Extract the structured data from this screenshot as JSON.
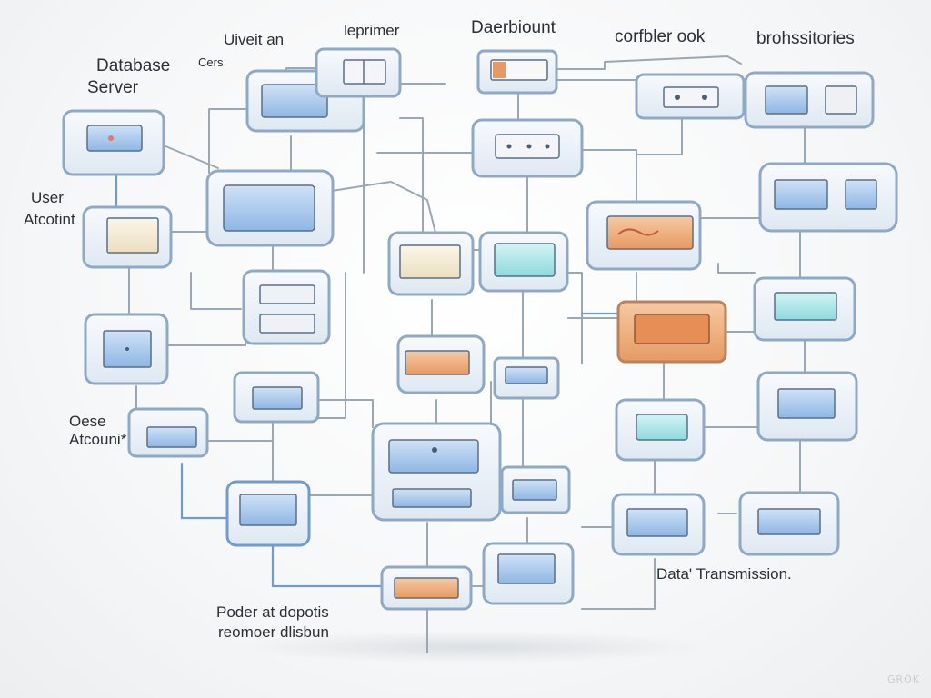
{
  "labels": {
    "database_server_line1": "Database",
    "database_server_line2": "Server",
    "cers": "Cers",
    "uiveit_an": "Uiveit an",
    "leprimer": "leprimer",
    "daerbiount": "Daerbiount",
    "corfbler_ook": "corfbler ook",
    "brohssitories": "brohssitories",
    "user_account_line1": "User",
    "user_account_line2": "Atcotint",
    "oese_account_line1": "Oese",
    "oese_account_line2": "Atcouni*",
    "data_transmission": "Data' Transmission.",
    "poder_line1": "Poder at dopotis",
    "poder_line2": "reomoer dlisbun"
  },
  "watermark": "GROK",
  "colors": {
    "frame_border": "#8fa9c4",
    "frame_fill": "#eef3f9",
    "blue_screen": "#a9c8ec",
    "cyan_screen": "#a8e6ea",
    "orange_screen": "#eea873",
    "cream_screen": "#f3ecd6",
    "wire": "#9aa7b4",
    "wire_blue": "#6f9ccc"
  },
  "nodes": [
    {
      "id": "n1",
      "screen": "blue",
      "icon": "dot"
    },
    {
      "id": "n2",
      "screen": "blue",
      "icon": "none"
    },
    {
      "id": "n3",
      "screen": "blue",
      "icon": "none"
    },
    {
      "id": "n4",
      "screen": "orange",
      "icon": "none"
    },
    {
      "id": "n5",
      "screen": "blue",
      "icon": "dots"
    },
    {
      "id": "n6",
      "screen": "blue",
      "icon": "dots"
    },
    {
      "id": "n7",
      "screen": "blue",
      "icon": "none"
    },
    {
      "id": "n8",
      "screen": "blue",
      "icon": "none"
    },
    {
      "id": "n9",
      "screen": "cream",
      "icon": "none"
    },
    {
      "id": "n10",
      "screen": "cream",
      "icon": "none"
    },
    {
      "id": "n11",
      "screen": "cyan",
      "icon": "none"
    },
    {
      "id": "n12",
      "screen": "orange",
      "icon": "swirl"
    },
    {
      "id": "n13",
      "screen": "blue",
      "icon": "none"
    },
    {
      "id": "n14",
      "screen": "blue",
      "icon": "none"
    },
    {
      "id": "n15",
      "screen": "blue",
      "icon": "dot"
    },
    {
      "id": "n16",
      "screen": "cyan",
      "icon": "none"
    },
    {
      "id": "n17",
      "screen": "orange",
      "icon": "none"
    },
    {
      "id": "n18",
      "screen": "blue",
      "icon": "none"
    },
    {
      "id": "n19",
      "screen": "blue",
      "icon": "none"
    },
    {
      "id": "n20",
      "screen": "cyan",
      "icon": "none"
    },
    {
      "id": "n21",
      "screen": "blue",
      "icon": "none"
    },
    {
      "id": "n22",
      "screen": "blue",
      "icon": "dot"
    },
    {
      "id": "n23",
      "screen": "blue",
      "icon": "none"
    },
    {
      "id": "n24",
      "screen": "blue",
      "icon": "none"
    },
    {
      "id": "n25",
      "screen": "blue",
      "icon": "none"
    },
    {
      "id": "n26",
      "screen": "blue",
      "icon": "none"
    },
    {
      "id": "n27",
      "screen": "blue",
      "icon": "none"
    },
    {
      "id": "n28",
      "screen": "orange",
      "icon": "none"
    },
    {
      "id": "n29",
      "screen": "blue",
      "icon": "none"
    }
  ]
}
